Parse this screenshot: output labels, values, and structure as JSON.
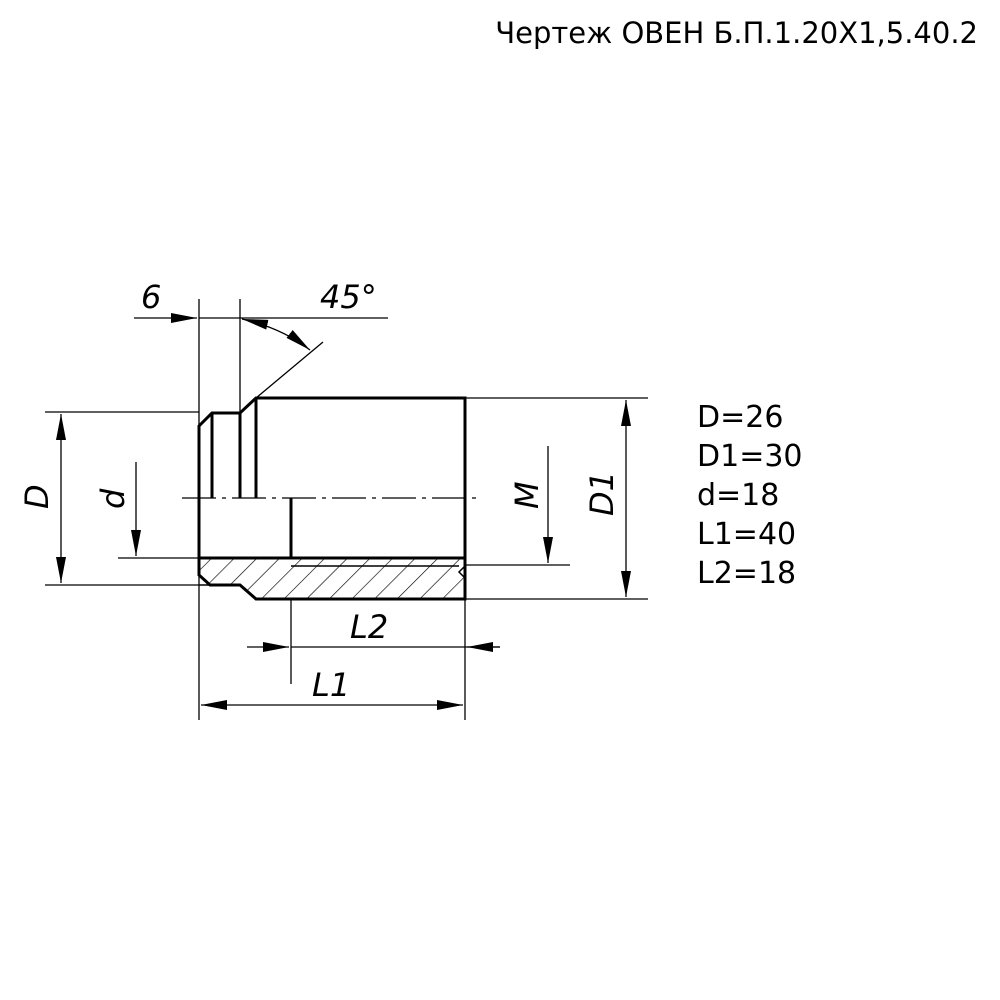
{
  "title": "Чертеж ОВЕН Б.П.1.20Х1,5.40.2",
  "drawing": {
    "labels": {
      "chamfer_width": "6",
      "chamfer_angle": "45°",
      "outer_diameter": "D",
      "inner_diameter": "d",
      "thread": "M",
      "flange_diameter": "D1",
      "thread_length": "L2",
      "total_length": "L1"
    }
  },
  "parameters": [
    {
      "text": "D=26"
    },
    {
      "text": "D1=30"
    },
    {
      "text": "d=18"
    },
    {
      "text": "L1=40"
    },
    {
      "text": "L2=18"
    }
  ]
}
